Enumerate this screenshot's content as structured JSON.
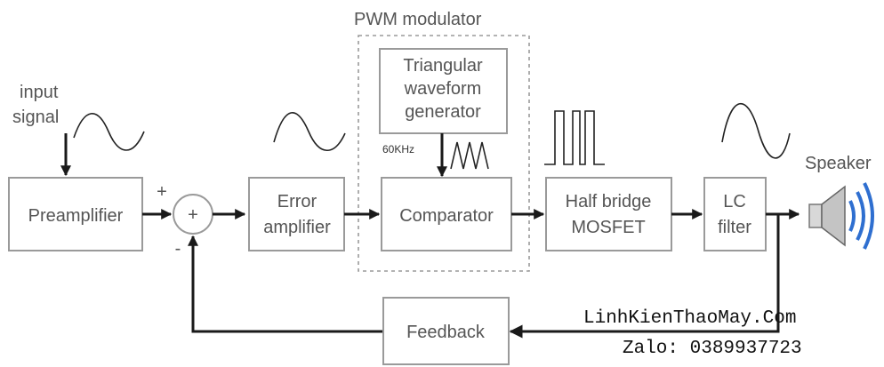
{
  "title": "PWM modulator",
  "input": {
    "line1": "input",
    "line2": "signal"
  },
  "blocks": {
    "preamplifier": "Preamplifier",
    "summer": "+",
    "error_amp": [
      "Error",
      "amplifier"
    ],
    "triangular": [
      "Triangular",
      "waveform",
      "generator"
    ],
    "freq": "60KHz",
    "comparator": "Comparator",
    "mosfet": [
      "Half bridge",
      "MOSFET"
    ],
    "lc_filter": [
      "LC",
      "filter"
    ],
    "feedback": "Feedback"
  },
  "signs": {
    "plus": "+",
    "minus": "-"
  },
  "output": "Speaker",
  "watermark": {
    "line1": "LinhKienThaoMay.Com",
    "line2": "Zalo: 0389937723"
  },
  "colors": {
    "box_stroke": "#9a9a9a",
    "text": "#555555",
    "speaker_waves": "#2f6fd0"
  }
}
